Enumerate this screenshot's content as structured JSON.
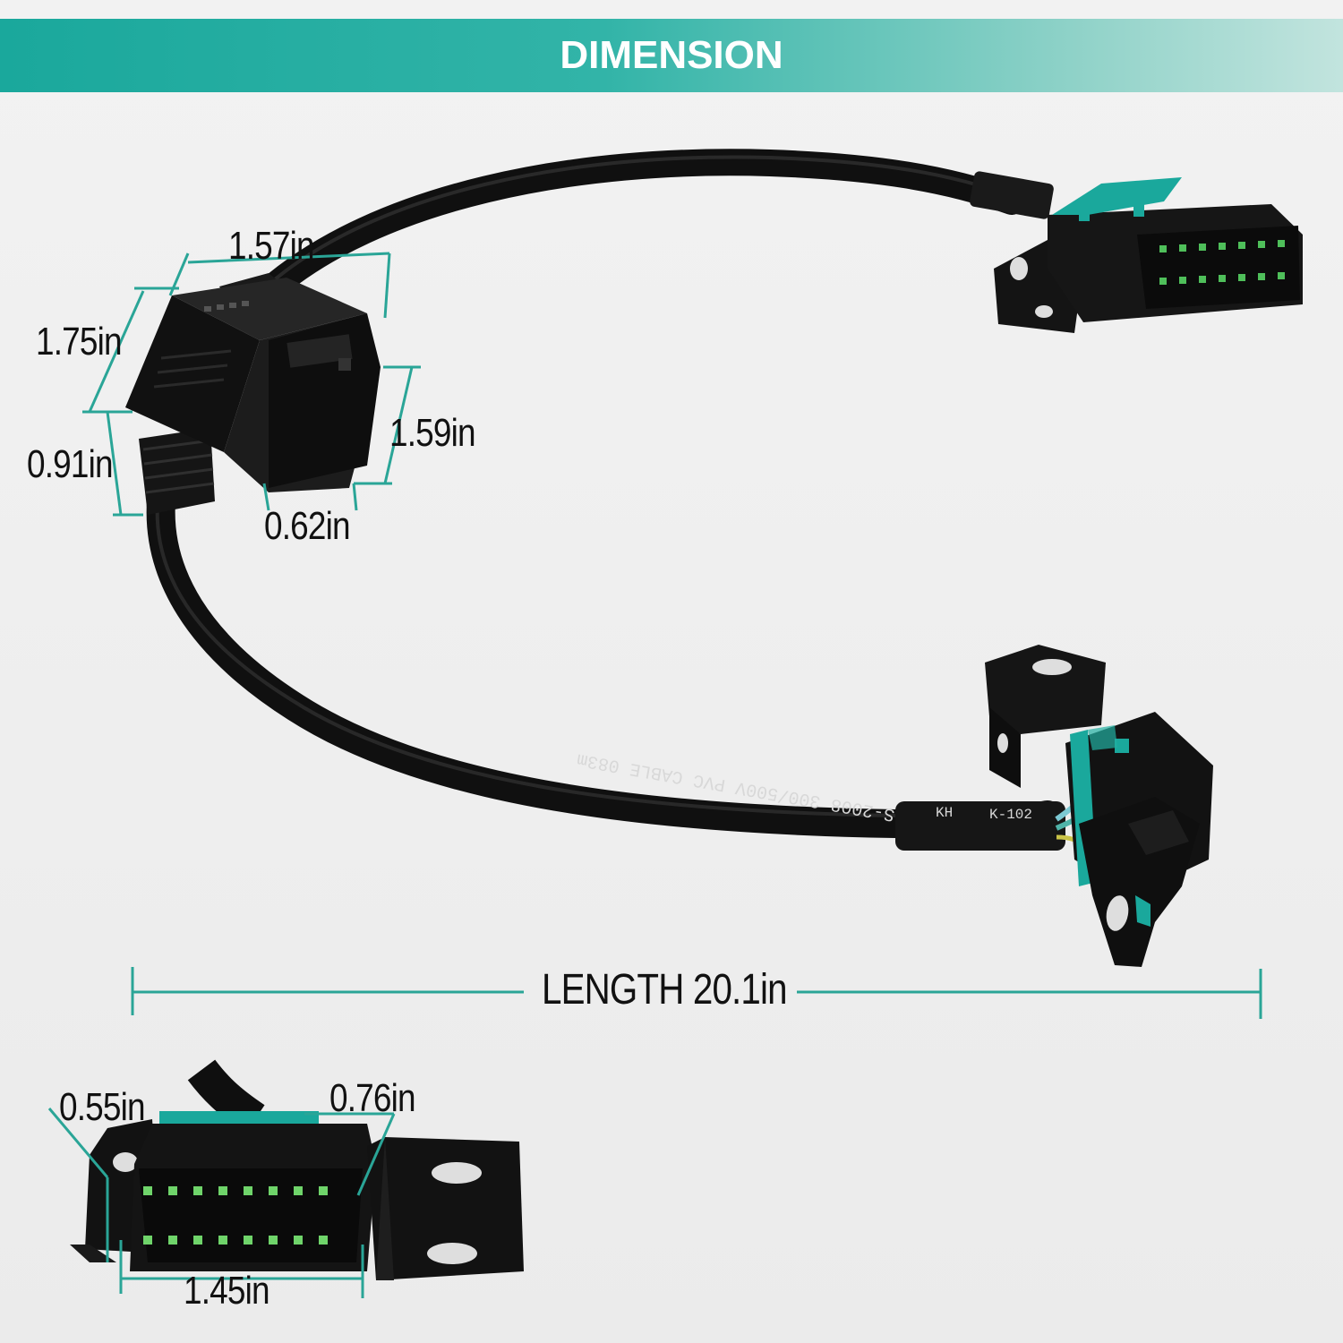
{
  "banner": {
    "title": "DIMENSION"
  },
  "dimensions": {
    "top_width": "1.57in",
    "side_depth": "1.75in",
    "height": "1.59in",
    "cable_height": "0.91in",
    "plug_depth": "0.62in",
    "cable_length": "LENGTH 20.1in",
    "pin_offset": "0.55in",
    "tab_width": "0.76in",
    "socket_width": "1.45in"
  },
  "cable_print": {
    "main": "S-2008 300/500V PVC CABLE 083m",
    "marker_1": "KH",
    "marker_2": "K-102"
  },
  "colors": {
    "accent": "#1aa89c",
    "dimension_line": "#2aa597",
    "cable": "#121212",
    "pin": "#6fd46a"
  }
}
